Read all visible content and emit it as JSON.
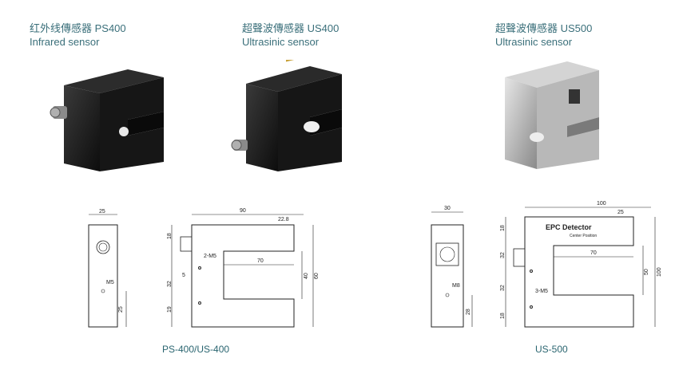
{
  "products": [
    {
      "title_cn": "红外线傳感器 PS400",
      "title_en": "Infrared sensor"
    },
    {
      "title_cn": "超聲波傳感器 US400",
      "title_en": "Ultrasinic sensor"
    },
    {
      "title_cn": "超聲波傳感器 US500",
      "title_en": "Ultrasinic sensor"
    }
  ],
  "drawing_left": {
    "caption": "PS-400/US-400",
    "side_width": "25",
    "side_mount": "M5",
    "side_bottom": "25",
    "front_width": "90",
    "front_top_right": "22.8",
    "front_left_top": "18",
    "front_hole": "2-M5",
    "front_gap_width": "70",
    "front_small": "5",
    "front_mid": "32",
    "front_bottom": "19",
    "front_inner_height": "40",
    "front_height": "60"
  },
  "drawing_right": {
    "caption": "US-500",
    "side_width": "30",
    "side_mount": "M8",
    "side_bottom": "28",
    "front_width": "100",
    "front_top_right": "25",
    "front_label": "EPC Detector",
    "front_sublabel": "Center Position",
    "front_left_top": "18",
    "front_left_mid": "32",
    "front_hole": "3-M5",
    "front_gap_width": "70",
    "front_left_low": "32",
    "front_left_bottom": "18",
    "front_inner_height": "50",
    "front_height": "100"
  }
}
